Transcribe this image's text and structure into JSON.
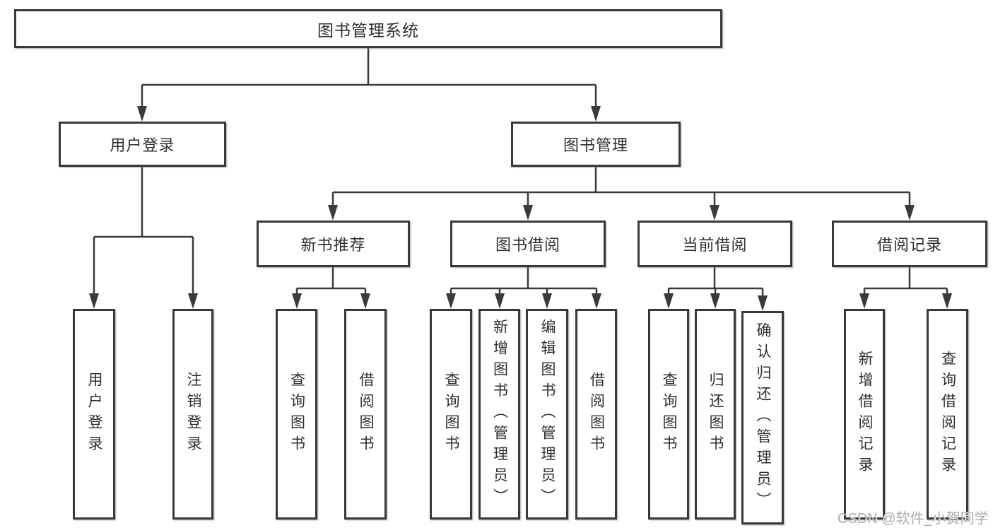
{
  "diagram_type": "hierarchy-tree",
  "colors": {
    "border": "#383838",
    "line": "#3a3a3a",
    "text": "#2e2e2e",
    "box_fill": "#ffffff",
    "background": "#ffffff",
    "watermark": "#acacac"
  },
  "tree": {
    "root": {
      "label": "图书管理系统"
    },
    "branches": [
      {
        "label": "用户登录",
        "children": [
          {
            "label": "用户登录"
          },
          {
            "label": "注销登录"
          }
        ]
      },
      {
        "label": "图书管理",
        "children": [
          {
            "label": "新书推荐",
            "children": [
              {
                "label": "查询图书"
              },
              {
                "label": "借阅图书"
              }
            ]
          },
          {
            "label": "图书借阅",
            "children": [
              {
                "label": "查询图书"
              },
              {
                "label": "新增图书（管理员）"
              },
              {
                "label": "编辑图书（管理员）"
              },
              {
                "label": "借阅图书"
              }
            ]
          },
          {
            "label": "当前借阅",
            "children": [
              {
                "label": "查询图书"
              },
              {
                "label": "归还图书"
              },
              {
                "label": "确认归还（管理员）"
              }
            ]
          },
          {
            "label": "借阅记录",
            "children": [
              {
                "label": "新增借阅记录"
              },
              {
                "label": "查询借阅记录"
              }
            ]
          }
        ]
      }
    ]
  },
  "watermark": {
    "text": "CSDN @软件_小贺同学"
  }
}
